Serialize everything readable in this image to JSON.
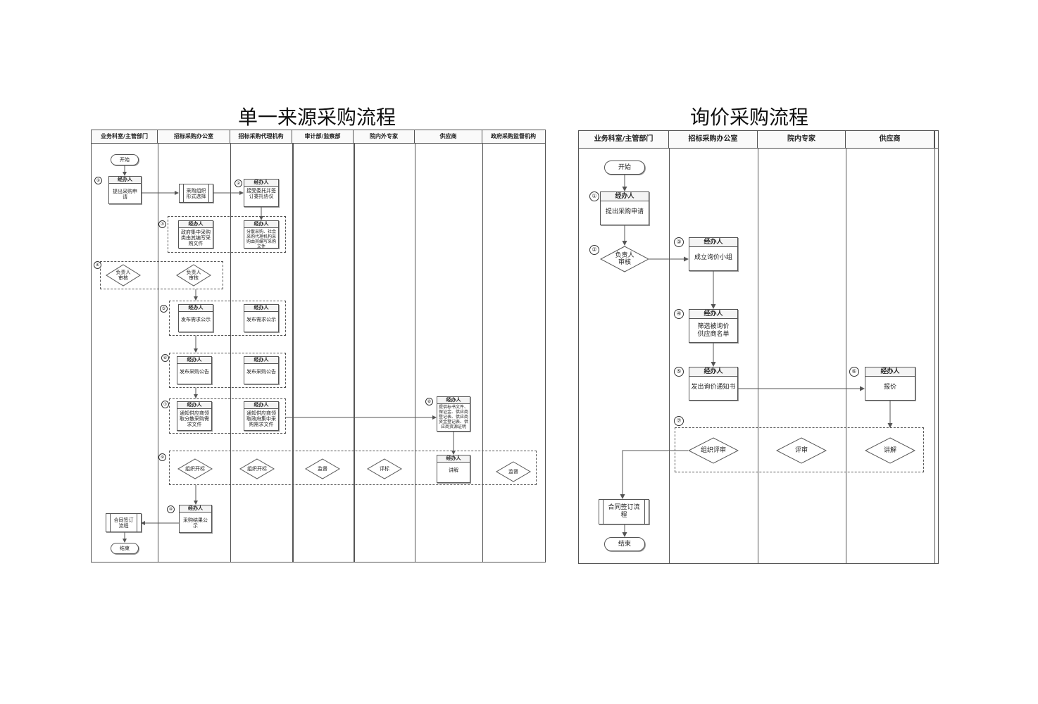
{
  "left": {
    "title": "单一来源采购流程",
    "lanes": [
      "业务科室/主管部门",
      "招标采购办公室",
      "招标采购代理机构",
      "审计部/监察部",
      "院内外专家",
      "供应商",
      "政府采购监督机构"
    ],
    "start": "开始",
    "end": "结束",
    "nums": [
      "①",
      "②",
      "③",
      "④",
      "⑤",
      "⑥",
      "⑦",
      "⑧",
      "⑨",
      "⑩"
    ],
    "handler": "经办人",
    "apply": "提出采购申请",
    "org_select": "采购组织形式选择",
    "accept": "接受委托并签订委托协议",
    "gov_doc": "政府集中采购类由其编写采购文件",
    "agency_doc": "分散采购、社会采购代理机构采购由其编写采购文件",
    "review1": "负责人审核",
    "review2": "负责人审核",
    "demand1": "发布需求公示",
    "demand2": "发布需求公示",
    "notice1": "发布采购公告",
    "notice2": "发布采购公告",
    "inform1": "通知供应商领取分散采购需求文件",
    "inform2": "通知供应商领取政府集中采购需求文件",
    "supplier_docs": "提供标书文件、保证金、供应商登记表、供应商资金登记表、供应商资源证明",
    "open": "组织开标",
    "open2": "组织开标",
    "audit": "监督",
    "evaluate": "评标",
    "explain": "讲解",
    "supervise": "监督",
    "result": "采购结果公示",
    "contract": "合同签订流程"
  },
  "right": {
    "title": "询价采购流程",
    "lanes": [
      "业务科室/主管部门",
      "招标采购办公室",
      "院内专家",
      "供应商"
    ],
    "start": "开始",
    "end": "结束",
    "nums": [
      "①",
      "②",
      "③",
      "④",
      "⑤",
      "⑥",
      "⑦"
    ],
    "handler": "经办人",
    "apply": "提出采购申请",
    "review": "负责人审核",
    "team": "成立询价小组",
    "screen": "筛选被询价供应商名单",
    "send": "发出询价通知书",
    "quote": "报价",
    "org_review": "组织评审",
    "review_exp": "评审",
    "explain": "讲解",
    "contract": "合同签订流程"
  }
}
